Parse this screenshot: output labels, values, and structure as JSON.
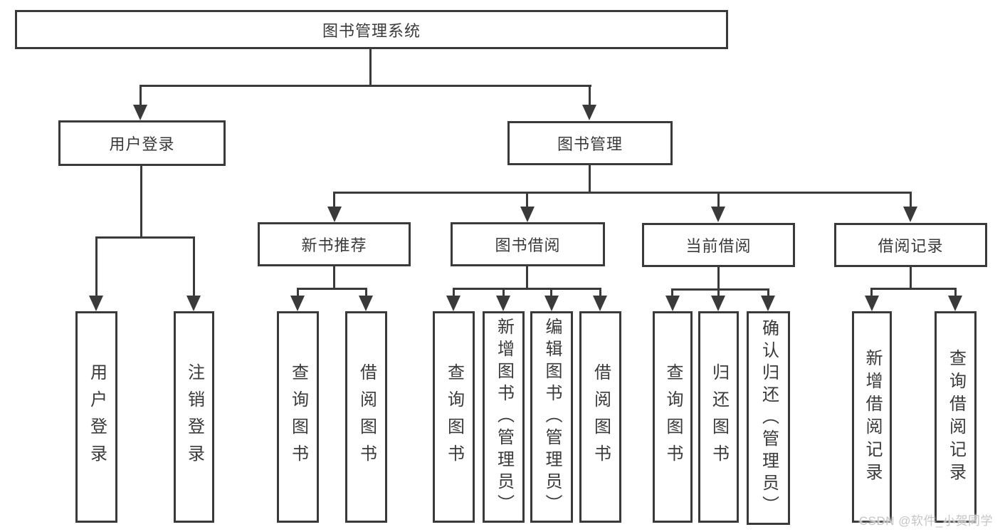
{
  "diagram": {
    "title": "图书管理系统",
    "level2": [
      "用户登录",
      "图书管理"
    ],
    "level3": [
      "新书推荐",
      "图书借阅",
      "当前借阅",
      "借阅记录"
    ],
    "leaves_user_login": [
      "用户登录",
      "注销登录"
    ],
    "leaves_new_book": [
      "查询图书",
      "借阅图书"
    ],
    "leaves_book_borrow": [
      "查询图书",
      "新增图书（管理员）",
      "编辑图书（管理员）",
      "借阅图书"
    ],
    "leaves_current_borrow": [
      "查询图书",
      "归还图书",
      "确认归还（管理员）"
    ],
    "leaves_borrow_records": [
      "新增借阅记录",
      "查询借阅记录"
    ]
  },
  "watermark": {
    "text": "CSDN @软件_小贺同学"
  },
  "colors": {
    "line": "#3a3a3a",
    "text": "#3a3a3a",
    "background": "#ffffff",
    "watermark": "#c5c5c5"
  }
}
